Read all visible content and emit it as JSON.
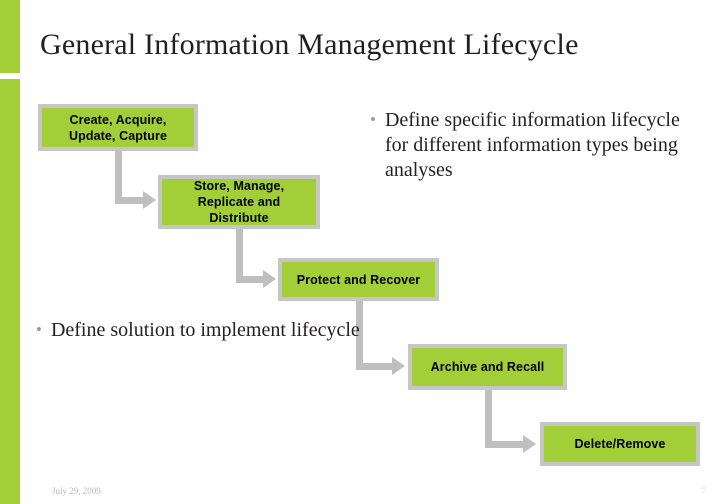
{
  "slide": {
    "title": "General Information Management Lifecycle",
    "accent_color": "#a2ce37",
    "box_fill_color": "#a2ce37",
    "box_border_color": "#c6c6c6",
    "connector_color": "#bfbfbf",
    "text_color": "#231f20"
  },
  "flow": {
    "boxes": [
      {
        "label": "Create, Acquire,\nUpdate, Capture"
      },
      {
        "label": "Store, Manage,\nReplicate and\nDistribute"
      },
      {
        "label": "Protect and Recover"
      },
      {
        "label": "Archive and Recall"
      },
      {
        "label": "Delete/Remove"
      }
    ],
    "connectors": [
      {
        "name": "create-to-store"
      },
      {
        "name": "store-to-protect"
      },
      {
        "name": "protect-to-archive"
      },
      {
        "name": "archive-to-delete"
      }
    ]
  },
  "bullets": {
    "right": {
      "marker": "•",
      "text": "Define specific information lifecycle for different information types being analyses"
    },
    "left": {
      "marker": "•",
      "text": "Define solution to implement lifecycle"
    }
  },
  "footer": {
    "date": "July 29, 2009",
    "page_number": "7"
  }
}
